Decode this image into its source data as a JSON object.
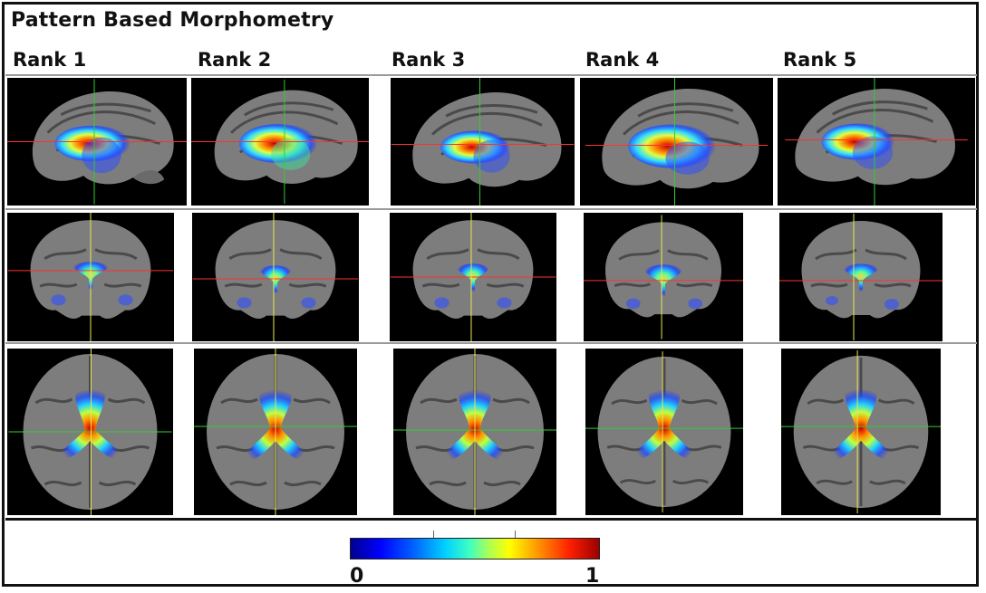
{
  "title": "Pattern Based Morphometry",
  "ranks": [
    "Rank 1",
    "Rank 2",
    "Rank 3",
    "Rank 4",
    "Rank 5"
  ],
  "views": [
    "sagittal",
    "coronal",
    "axial"
  ],
  "colorbar": {
    "min_label": "0",
    "max_label": "1",
    "colors": [
      "#00008f",
      "#0000ff",
      "#00d0ff",
      "#ffff00",
      "#ff2000",
      "#9a0000"
    ]
  },
  "crosshair_colors": {
    "red": "#ff3030",
    "green": "#33cc33",
    "yellow": "#e8e850"
  }
}
